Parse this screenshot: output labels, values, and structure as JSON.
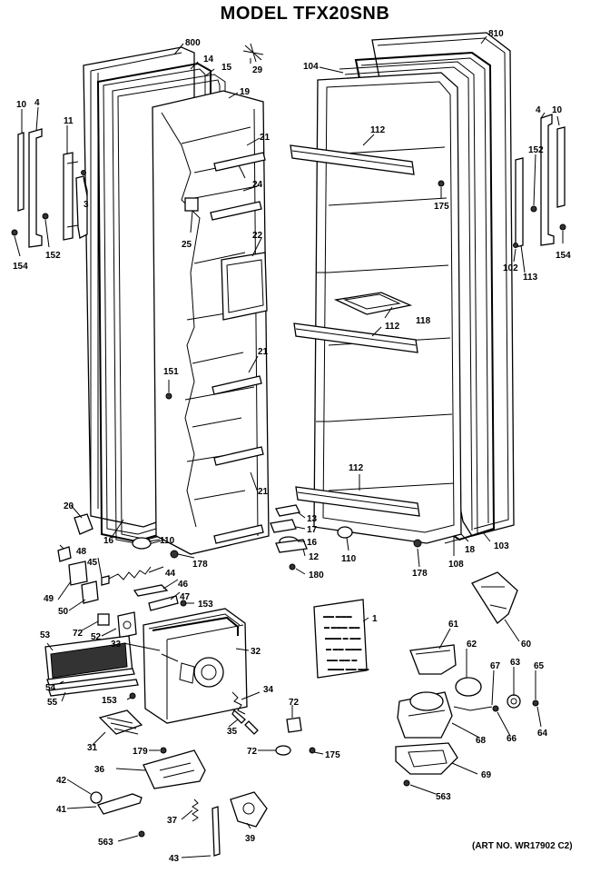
{
  "title": "MODEL TFX20SNB",
  "art_number": "(ART NO. WR17902 C2)",
  "callouts": {
    "c800": "800",
    "c14": "14",
    "c15": "15",
    "c29": "29",
    "c19": "19",
    "c10l": "10",
    "c4l": "4",
    "c11": "11",
    "c3": "3",
    "c21a": "21",
    "c24": "24",
    "c25": "25",
    "c22": "22",
    "c154l": "154",
    "c152l": "152",
    "c151": "151",
    "c21b": "21",
    "c21c": "21",
    "c20": "20",
    "c16l": "16",
    "c110l": "110",
    "c178l": "178",
    "c810": "810",
    "c104": "104",
    "c112a": "112",
    "c175a": "175",
    "c4r": "4",
    "c10r": "10",
    "c152r": "152",
    "c102": "102",
    "c113": "113",
    "c154r": "154",
    "c118": "118",
    "c112b": "112",
    "c112c": "112",
    "c13": "13",
    "c17": "17",
    "c16r": "16",
    "c12": "12",
    "c180": "180",
    "c110r": "110",
    "c178r": "178",
    "c108": "108",
    "c18": "18",
    "c103": "103",
    "c48": "48",
    "c45": "45",
    "c44": "44",
    "c46": "46",
    "c47": "47",
    "c153a": "153",
    "c49": "49",
    "c50": "50",
    "c72a": "72",
    "c52": "52",
    "c53": "53",
    "c33": "33",
    "c32": "32",
    "c54": "54",
    "c55": "55",
    "c153b": "153",
    "c31": "31",
    "c34": "34",
    "c35": "35",
    "c179": "179",
    "c36": "36",
    "c72b": "72",
    "c72c": "72",
    "c175b": "175",
    "c42": "42",
    "c41": "41",
    "c37": "37",
    "c39": "39",
    "c563a": "563",
    "c43": "43",
    "c1": "1",
    "c61": "61",
    "c62": "62",
    "c67": "67",
    "c63": "63",
    "c65": "65",
    "c60": "60",
    "c66": "66",
    "c64": "64",
    "c68": "68",
    "c69": "69",
    "c563b": "563"
  },
  "card_lines": [
    "▬▬ ▬▬▬",
    "▬ ▬▬▬ ▬▬",
    "▬▬▬ ▬ ▬▬",
    "▬ ▬▬ ▬▬▬",
    "▬▬ ▬▬ ▬",
    "▬▬▬ ▬▬ ▬▬"
  ]
}
